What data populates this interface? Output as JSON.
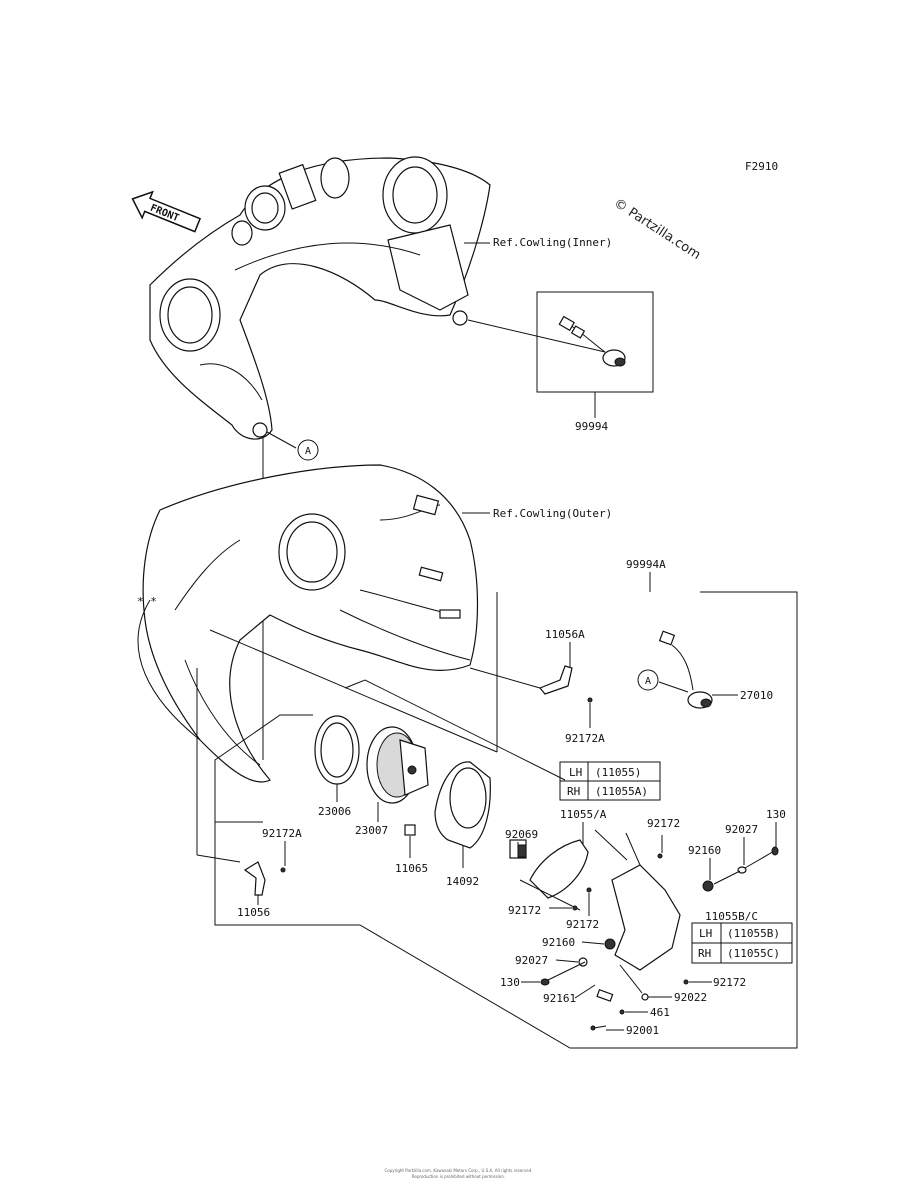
{
  "figure_code": "F2910",
  "watermark": "© Partzilla.com",
  "front_label": "FRONT",
  "refs": {
    "cowling_inner": "Ref.Cowling(Inner)",
    "cowling_outer": "Ref.Cowling(Outer)"
  },
  "callout_marker": "A",
  "parts": {
    "p99994": "99994",
    "p99994A": "99994A",
    "p11056A": "11056A",
    "p27010": "27010",
    "p92172A_top": "92172A",
    "p23006": "23006",
    "p23007": "23007",
    "p11065": "11065",
    "p14092": "14092",
    "p92069": "92069",
    "p11055A": "11055/A",
    "p92172_a": "92172",
    "p92027_a": "92027",
    "p130_a": "130",
    "p92160_a": "92160",
    "p92172A_left": "92172A",
    "p11056": "11056",
    "p92172_b": "92172",
    "p92172_c": "92172",
    "p92160_b": "92160",
    "p92027_b": "92027",
    "p130_b": "130",
    "p92161": "92161",
    "p92022": "92022",
    "p92172_d": "92172",
    "p461": "461",
    "p92001": "92001",
    "p11055BC": "11055B/C"
  },
  "table_a": [
    {
      "side": "LH",
      "part": "(11055)"
    },
    {
      "side": "RH",
      "part": "(11055A)"
    }
  ],
  "table_b": [
    {
      "side": "LH",
      "part": "(11055B)"
    },
    {
      "side": "RH",
      "part": "(11055C)"
    }
  ],
  "footer": {
    "line1": "Copyright Partzilla.com. Kawasaki Motors Corp., U.S.A. All rights reserved.",
    "line2": "Reproduction is prohibited without permission."
  }
}
